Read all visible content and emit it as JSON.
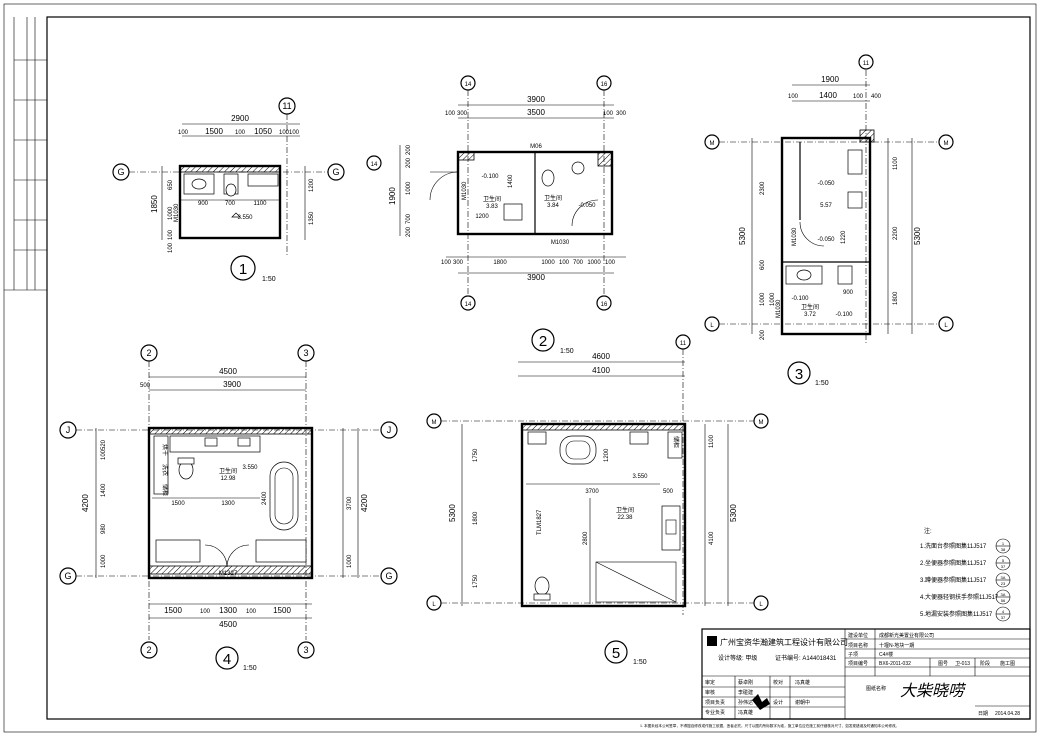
{
  "plan1": {
    "index": "1",
    "scale": "1:50",
    "axis_g": "G",
    "axis_11": "11",
    "dims_top": [
      "100",
      "1500",
      "100",
      "1050",
      "100",
      "100"
    ],
    "overall": "2900",
    "inner": [
      "900",
      "700",
      "1100"
    ],
    "height_dims": [
      "650",
      "1000",
      "100",
      "100"
    ],
    "total_height": "1850",
    "right_dims": [
      "1200",
      "1350"
    ],
    "door": "M1030",
    "level": "3.550"
  },
  "plan2": {
    "index": "2",
    "scale": "1:50",
    "axis_left": "14",
    "axis_right": "16",
    "top_overall": "3900",
    "top_inner": "3500",
    "top_side": [
      "100",
      "300",
      "100",
      "300"
    ],
    "left_dims": [
      "200",
      "200",
      "1000",
      "700",
      "200"
    ],
    "left_total": "1900",
    "room_a_name": "卫生间",
    "room_a_area": "3.83",
    "room_b_name": "卫生间",
    "room_b_area": "3.84",
    "level_a": "-0.100",
    "level_b": "-0.050",
    "door_top": "M06",
    "door_bottom": "M1030",
    "door_side": "M1030",
    "inner_dims": [
      "1200",
      "1400"
    ],
    "bottom_dims": [
      "100",
      "300",
      "1800",
      "1000",
      "100",
      "700",
      "1000",
      "100"
    ],
    "bottom_overall": "3900"
  },
  "plan3": {
    "index": "3",
    "scale": "1:50",
    "axis_m": "M",
    "axis_l": "L",
    "axis_11": "11",
    "top_overall": "1900",
    "top_dims": [
      "100",
      "1400",
      "100",
      "400"
    ],
    "left_total": "5300",
    "left_dims": [
      "2300",
      "600",
      "1000",
      "1000",
      "200"
    ],
    "right_dims": [
      "1100",
      "2200",
      "1800"
    ],
    "right_total": "5300",
    "room_a_area": "5.57",
    "room_b_area": "3.72",
    "room_b_name": "卫生间",
    "levels": [
      "-0.050",
      "-0.050",
      "-0.100",
      "-0.100"
    ],
    "door": "M1030",
    "door_b": "M1030",
    "inner_dims": [
      "1220",
      "900"
    ]
  },
  "plan4": {
    "index": "4",
    "scale": "1:50",
    "axis_2": "2",
    "axis_3": "3",
    "axis_j": "J",
    "axis_g": "G",
    "top_overall": "4500",
    "top_inner": "3900",
    "top_side": "500",
    "left_dims": [
      "100520",
      "1400",
      "980",
      "1000"
    ],
    "left_total": "4200",
    "right_dims": [
      "3700",
      "1000"
    ],
    "right_total": "4200",
    "room_name": "卫生间",
    "room_area": "12.98",
    "level": "3.550",
    "inner_dims": [
      "1500",
      "1300",
      "2400"
    ],
    "door": "M1327",
    "bottom_dims": [
      "1500",
      "100",
      "1300",
      "100",
      "1500"
    ],
    "bottom_overall": "4500",
    "tags": [
      "烘干",
      "洗衣",
      "储柜"
    ]
  },
  "plan5": {
    "index": "5",
    "scale": "1:50",
    "axis_m": "M",
    "axis_l": "L",
    "axis_11": "11",
    "top_overall": "4600",
    "top_inner": "4100",
    "left_dims": [
      "1750",
      "1800",
      "1750"
    ],
    "left_total": "5300",
    "right_dims": [
      "1100",
      "4100"
    ],
    "right_total": "5300",
    "room_name": "卫生间",
    "room_area": "22.38",
    "level": "3.550",
    "inner_dims": [
      "1200",
      "3700",
      "2800",
      "500"
    ],
    "door": "TLM1827",
    "tags": [
      "储柜"
    ]
  },
  "notes": {
    "header": "注:",
    "items": [
      {
        "text": "1.洗面台参照图集11J517",
        "ref_top": "1",
        "ref_bottom": "38"
      },
      {
        "text": "2.坐便器参照图集11J517",
        "ref_top": "5",
        "ref_bottom": "37"
      },
      {
        "text": "3.蹲便器参照图集11J517",
        "ref_top": "3A",
        "ref_bottom": "23"
      },
      {
        "text": "4.大便器轻钢扶手参照11J517",
        "ref_top": "3A",
        "ref_bottom": "56"
      },
      {
        "text": "5.地漏安装参照图集11J517",
        "ref_top": "4",
        "ref_bottom": "37"
      }
    ]
  },
  "title_block": {
    "company": "广州宝资华瀚建筑工程设计有限公司",
    "grade": "设计等级: 甲级",
    "cert": "证书编号: A144018431",
    "client_label": "建设单位",
    "client": "成都新光美置业有限公司",
    "project_label": "项目名称",
    "project": "十堰N-地块一期",
    "sub_label": "子项",
    "sub": "C4#楼",
    "no_label": "项目编号",
    "no": "BX6-2011-032",
    "roles": [
      "审定",
      "审核",
      "项目负责",
      "专业负责"
    ],
    "names": [
      "蔡卓刚",
      "李碰建",
      "孙伟达",
      "冯真雄"
    ],
    "roles2": [
      "校对",
      "设计"
    ],
    "names2": [
      "冯真雄",
      "谢朝中"
    ],
    "drawing_label": "图纸名称",
    "stage_label": "阶段",
    "stage": "施工图",
    "sheet_label": "图号",
    "sheet": "卫-013",
    "date_label": "日期",
    "date": "2014.04.28",
    "watermark": "大柴晓唠"
  },
  "footnote": "1. 本图未经本公司签章，不得擅自修改或作施工依据，违者必究。尺寸以图内所标数字为准，施工单位应在施工前仔细核对尺寸，如发现错误及时通知本公司修改。"
}
